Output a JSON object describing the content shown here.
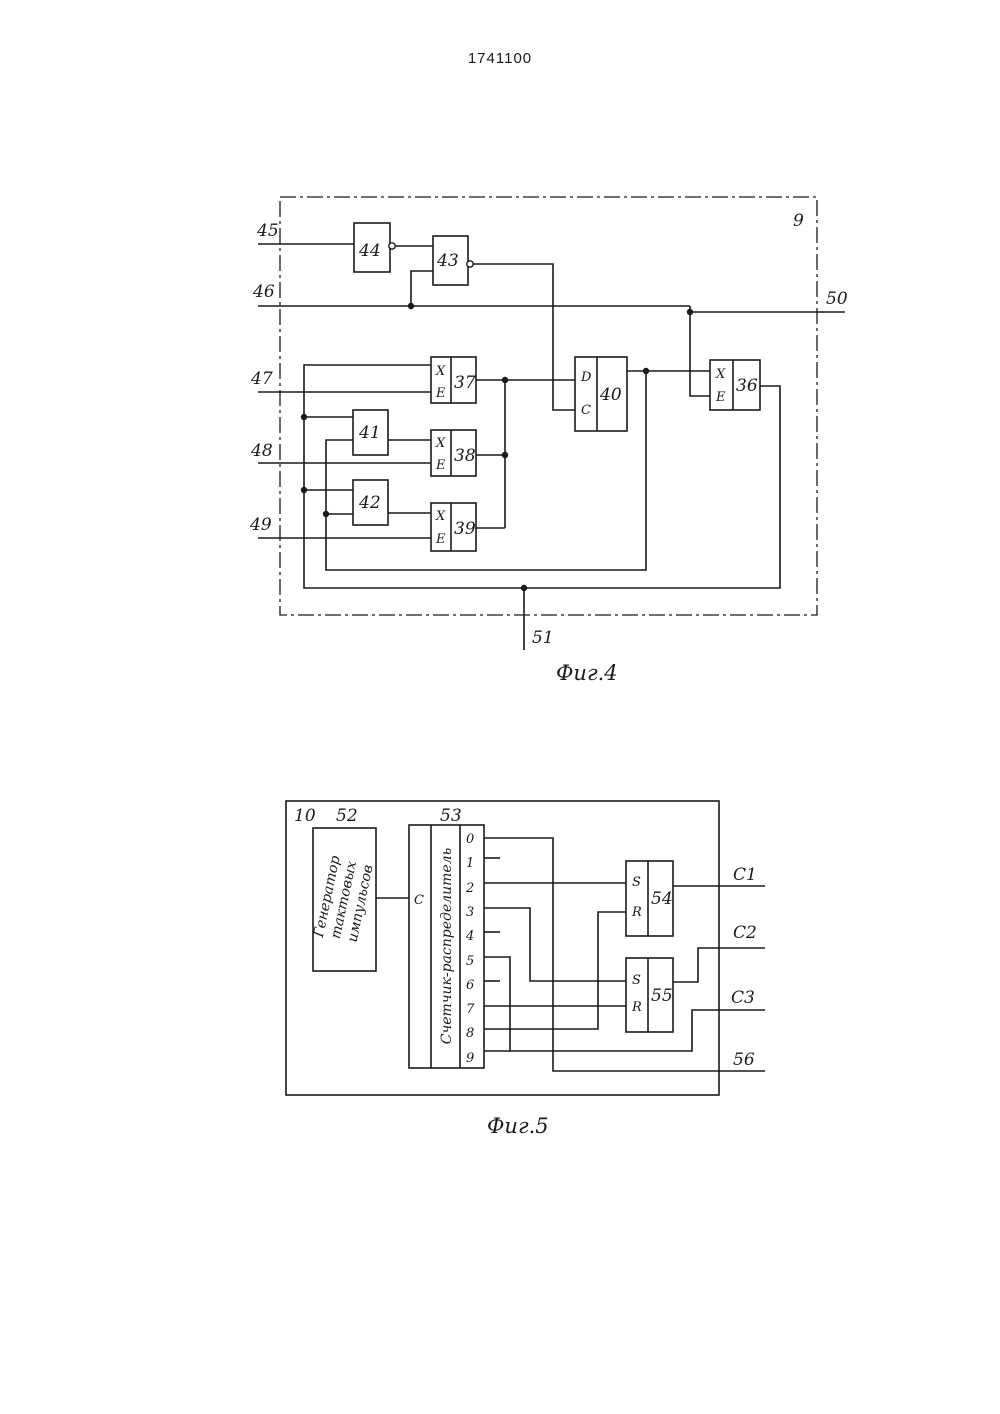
{
  "patent_number": "1741100",
  "fig4": {
    "caption": "Фиг.4",
    "block_number": "9",
    "terminals": {
      "t45": "45",
      "t46": "46",
      "t47": "47",
      "t48": "48",
      "t49": "49",
      "t50": "50",
      "t51": "51"
    },
    "elements": {
      "e44": "44",
      "e43": "43",
      "e41": "41",
      "e42": "42",
      "e37": "37",
      "e38": "38",
      "e39": "39",
      "e40": "40",
      "e36": "36"
    },
    "pins": {
      "x": "X",
      "e": "E",
      "d": "D",
      "c": "C"
    }
  },
  "fig5": {
    "caption": "Фиг.5",
    "block_number": "10",
    "generator_number": "52",
    "generator_text": [
      "Генератор",
      "тактовых",
      "импульсов"
    ],
    "counter_number": "53",
    "counter_text": "Счетчик-распределитель",
    "counter_clock_pin": "C",
    "counter_outputs": [
      "0",
      "1",
      "2",
      "3",
      "4",
      "5",
      "6",
      "7",
      "8",
      "9"
    ],
    "trigger_54": "54",
    "trigger_55": "55",
    "pins": {
      "s": "S",
      "r": "R"
    },
    "outputs": {
      "c1": "C1",
      "c2": "C2",
      "c3": "C3",
      "o56": "56"
    }
  }
}
